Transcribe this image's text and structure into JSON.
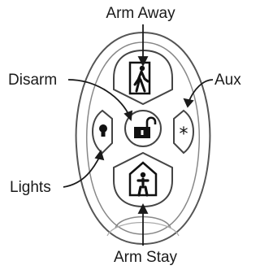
{
  "labels": {
    "arm_away": "Arm Away",
    "disarm": "Disarm",
    "aux": "Aux",
    "lights": "Lights",
    "arm_stay": "Arm Stay"
  },
  "icons": {
    "arm_away": "person-leaving-door-icon",
    "disarm": "open-padlock-icon",
    "aux": "asterisk-icon",
    "lights": "lightbulb-icon",
    "arm_stay": "person-in-house-icon"
  },
  "aux_symbol": "*",
  "colors": {
    "line": "#1a1a1a",
    "fob_outline": "#555555"
  }
}
